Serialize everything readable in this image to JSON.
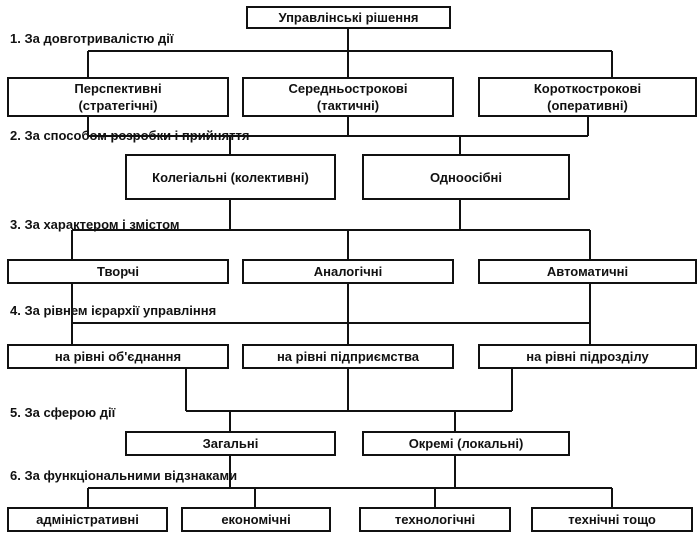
{
  "root": "Управлінські рішення",
  "criteria": [
    "1. За довготривалістю дії",
    "2. За способом розробки і прийняття",
    "3. За характером і змістом",
    "4. За рівнем ієрархії управління",
    "5. За сферою дії",
    "6. За функціональними відзнаками"
  ],
  "duration": [
    {
      "line1": "Перспективні",
      "line2": "(стратегічні)"
    },
    {
      "line1": "Середньострокові",
      "line2": "(тактичні)"
    },
    {
      "line1": "Короткострокові",
      "line2": "(оперативні)"
    }
  ],
  "method": [
    "Колегіальні (колективні)",
    "Одноосібні"
  ],
  "character": [
    "Творчі",
    "Аналогічні",
    "Автоматичні"
  ],
  "hierarchy": [
    "на рівні об'єднання",
    "на рівні підприємства",
    "на рівні підрозділу"
  ],
  "sphere": [
    "Загальні",
    "Окремі (локальні)"
  ],
  "functional": [
    "адміністративні",
    "економічні",
    "технологічні",
    "технічні тощо"
  ]
}
